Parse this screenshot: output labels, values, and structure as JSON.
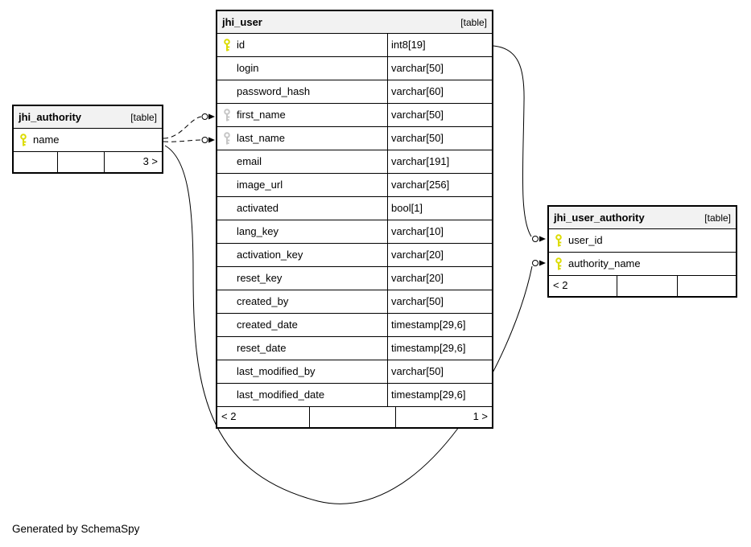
{
  "diagram": {
    "generated_by": "Generated by SchemaSpy"
  },
  "tables": {
    "jhi_user": {
      "name": "jhi_user",
      "tag": "[table]",
      "columns": [
        {
          "name": "id",
          "type": "int8[19]",
          "key": "primary"
        },
        {
          "name": "login",
          "type": "varchar[50]",
          "key": "none"
        },
        {
          "name": "password_hash",
          "type": "varchar[60]",
          "key": "none"
        },
        {
          "name": "first_name",
          "type": "varchar[50]",
          "key": "index"
        },
        {
          "name": "last_name",
          "type": "varchar[50]",
          "key": "index"
        },
        {
          "name": "email",
          "type": "varchar[191]",
          "key": "none"
        },
        {
          "name": "image_url",
          "type": "varchar[256]",
          "key": "none"
        },
        {
          "name": "activated",
          "type": "bool[1]",
          "key": "none"
        },
        {
          "name": "lang_key",
          "type": "varchar[10]",
          "key": "none"
        },
        {
          "name": "activation_key",
          "type": "varchar[20]",
          "key": "none"
        },
        {
          "name": "reset_key",
          "type": "varchar[20]",
          "key": "none"
        },
        {
          "name": "created_by",
          "type": "varchar[50]",
          "key": "none"
        },
        {
          "name": "created_date",
          "type": "timestamp[29,6]",
          "key": "none"
        },
        {
          "name": "reset_date",
          "type": "timestamp[29,6]",
          "key": "none"
        },
        {
          "name": "last_modified_by",
          "type": "varchar[50]",
          "key": "none"
        },
        {
          "name": "last_modified_date",
          "type": "timestamp[29,6]",
          "key": "none"
        }
      ],
      "footer": {
        "left": "< 2",
        "middle": "",
        "right": "1 >"
      }
    },
    "jhi_authority": {
      "name": "jhi_authority",
      "tag": "[table]",
      "columns": [
        {
          "name": "name",
          "key": "primary"
        }
      ],
      "footer": {
        "left": "",
        "middle": "",
        "right": "3 >"
      }
    },
    "jhi_user_authority": {
      "name": "jhi_user_authority",
      "tag": "[table]",
      "columns": [
        {
          "name": "user_id",
          "key": "primary"
        },
        {
          "name": "authority_name",
          "key": "primary"
        }
      ],
      "footer": {
        "left": "< 2",
        "middle": "",
        "right": ""
      }
    }
  }
}
